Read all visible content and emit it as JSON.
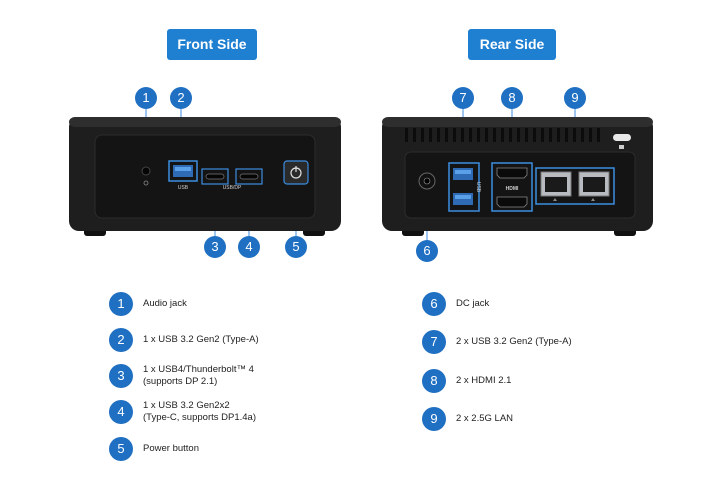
{
  "headers": {
    "front": "Front Side",
    "rear": "Rear Side"
  },
  "callouts": {
    "front": [
      "1",
      "2",
      "3",
      "4",
      "5"
    ],
    "rear": [
      "6",
      "7",
      "8",
      "9"
    ]
  },
  "port_labels": {
    "usb": "USB",
    "usb_dp": "USB/DP",
    "usb_rear": "USB",
    "hdmi": "HDMI"
  },
  "legend_left": [
    {
      "num": "1",
      "text": "Audio jack"
    },
    {
      "num": "2",
      "text": "1 x USB 3.2 Gen2 (Type-A)"
    },
    {
      "num": "3",
      "text": "1 x USB4/Thunderbolt™ 4\n(supports DP 2.1)"
    },
    {
      "num": "4",
      "text": "1 x USB 3.2 Gen2x2\n(Type-C, supports DP1.4a)"
    },
    {
      "num": "5",
      "text": "Power button"
    }
  ],
  "legend_right": [
    {
      "num": "6",
      "text": "DC jack"
    },
    {
      "num": "7",
      "text": "2 x USB 3.2 Gen2 (Type-A)"
    },
    {
      "num": "8",
      "text": "2 x HDMI 2.1"
    },
    {
      "num": "9",
      "text": "2 x 2.5G  LAN"
    }
  ],
  "colors": {
    "accent": "#1f7fd1",
    "callout": "#1f6fc2",
    "highlight": "#3c8ee0",
    "chassis": "#1b1b1b"
  }
}
